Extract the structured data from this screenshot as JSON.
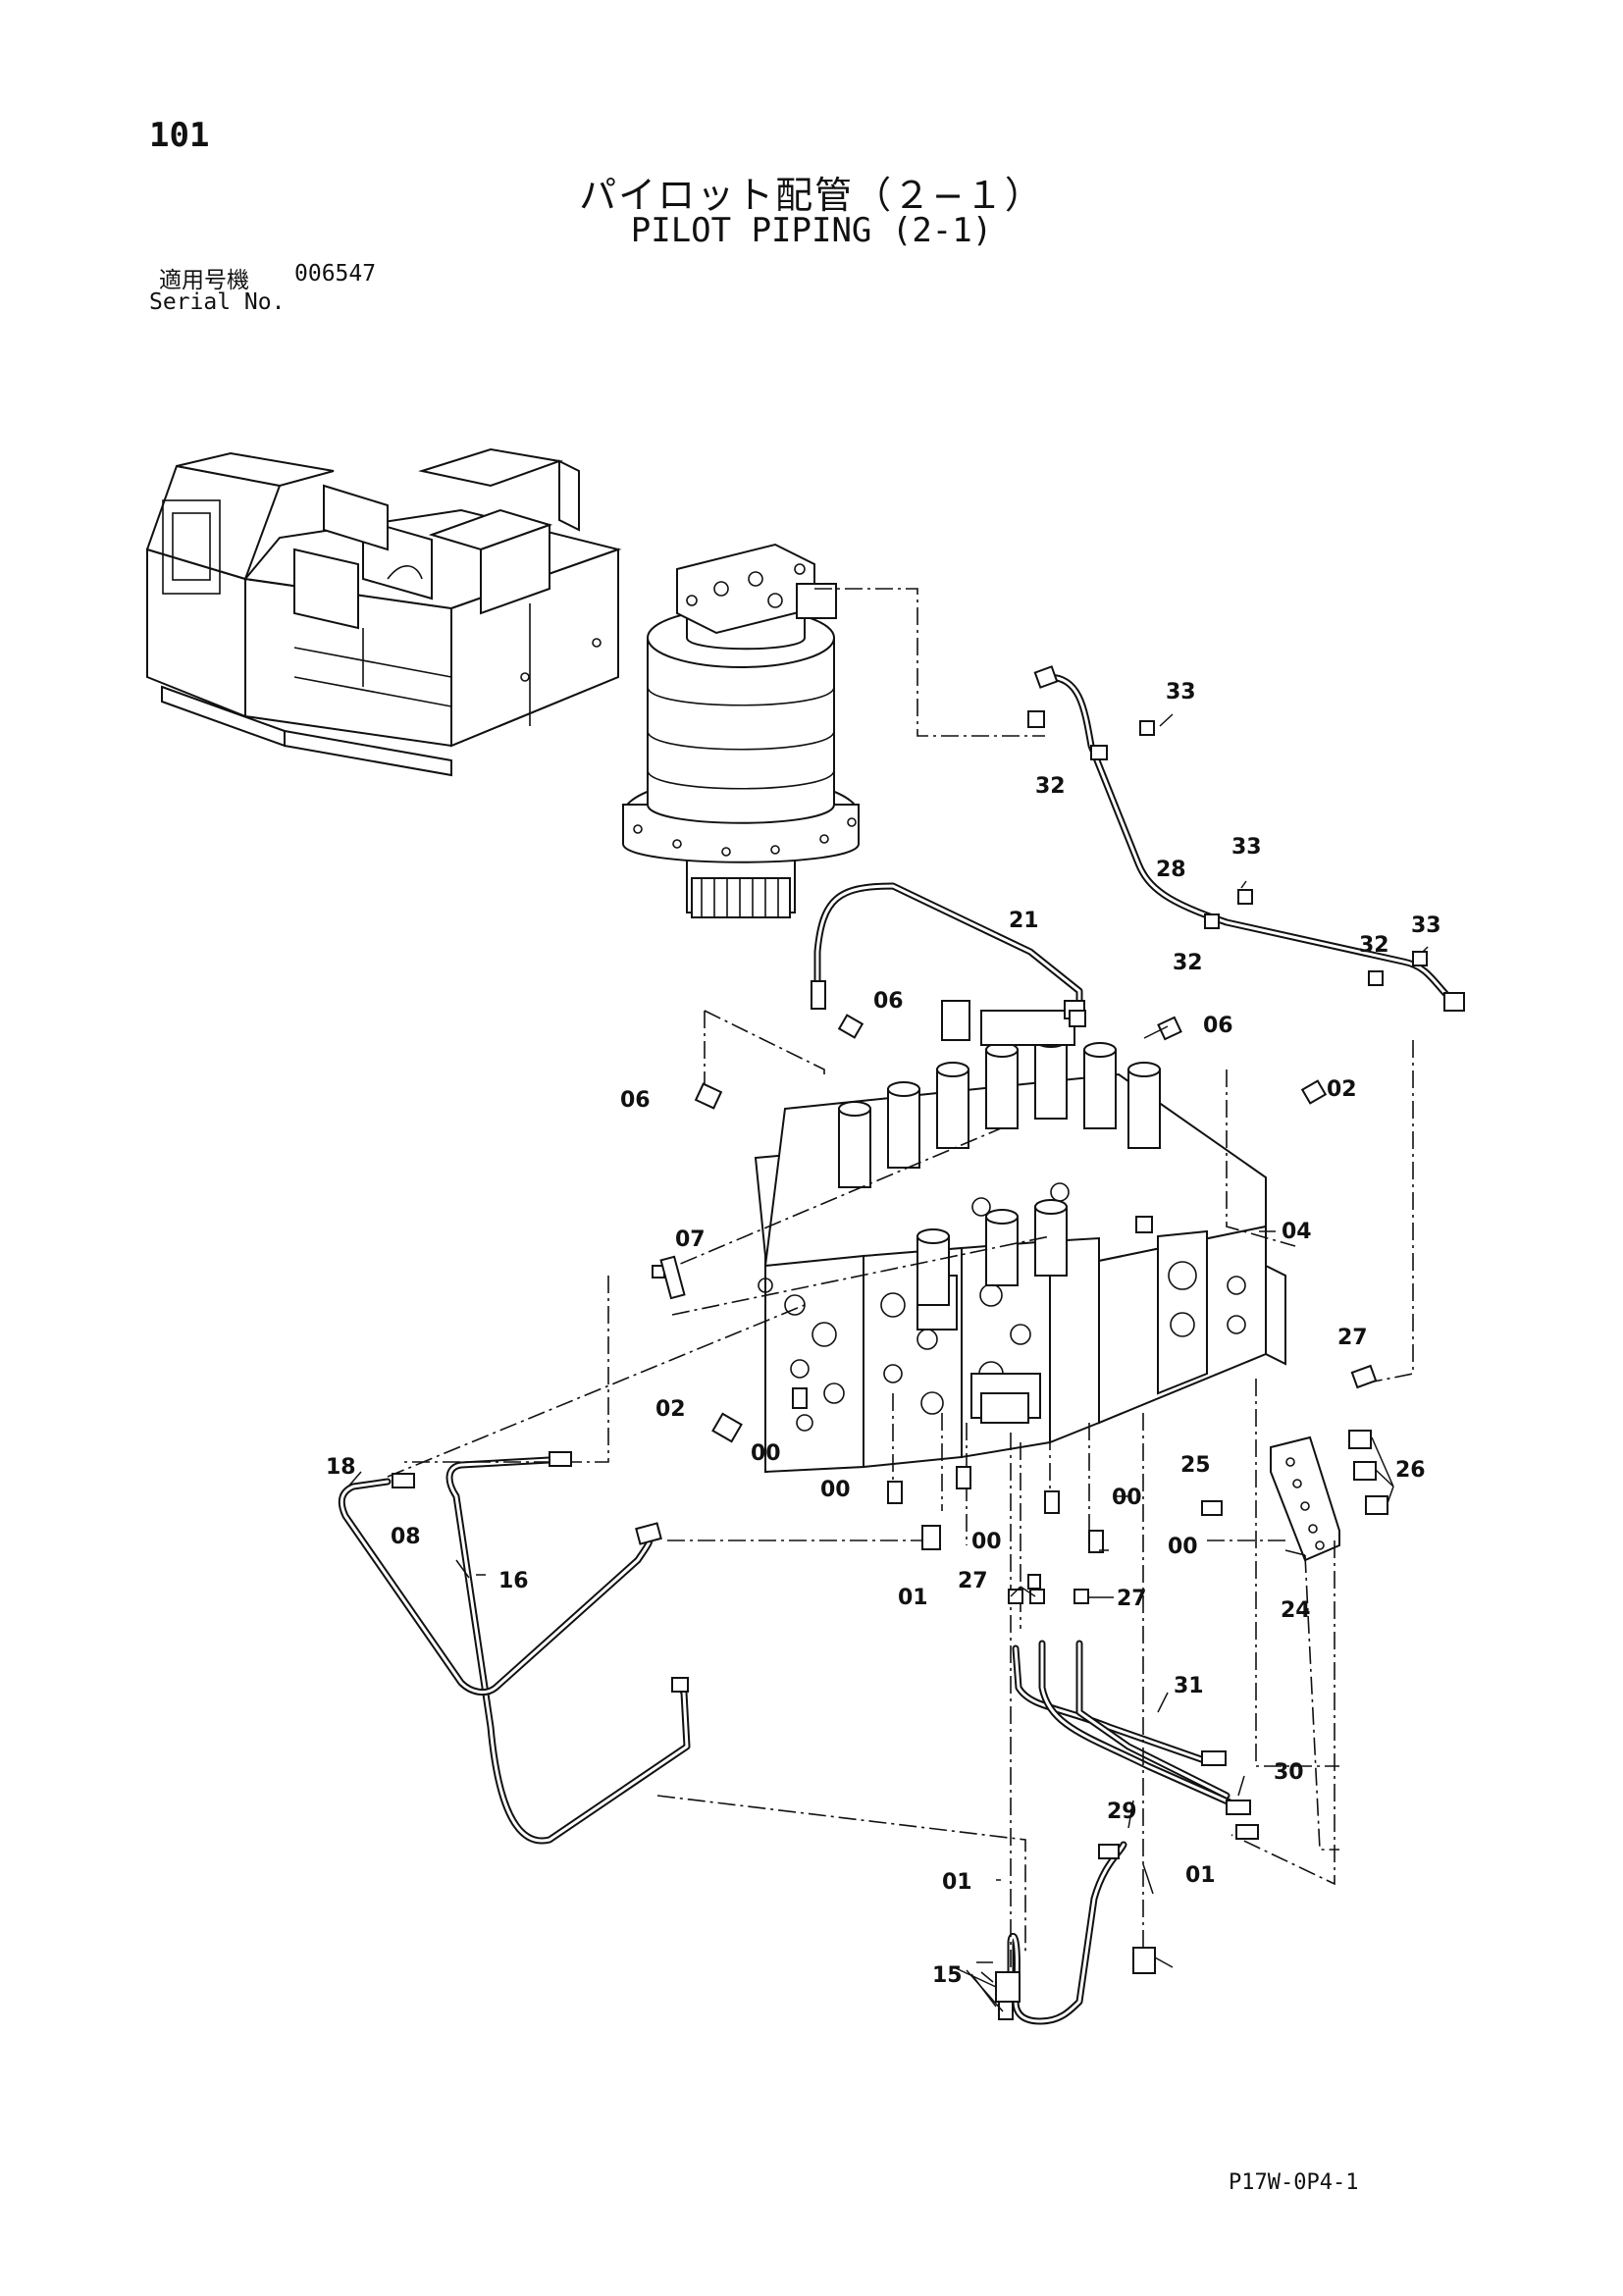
{
  "header": {
    "page_number": "101",
    "title_jp": "パイロット配管（２−１）",
    "title_en": "PILOT PIPING (2-1)",
    "serial_label_jp": "適用号機",
    "serial_value": "006547",
    "serial_label_en": "Serial No."
  },
  "footer": {
    "code": "P17W-0P4-1"
  },
  "callouts": {
    "c33a": "33",
    "c32a": "32",
    "c33b": "33",
    "c28": "28",
    "c32b": "32",
    "c32c": "32",
    "c33c": "33",
    "c21": "21",
    "c06a": "06",
    "c06b": "06",
    "c06c": "06",
    "c02a": "02",
    "c04": "04",
    "c07": "07",
    "c27a": "27",
    "c02b": "02",
    "c00a": "00",
    "c18": "18",
    "c08": "08",
    "c00b": "00",
    "c00c": "00",
    "c00d": "00",
    "c25": "25",
    "c26": "26",
    "c00e": "00",
    "c16": "16",
    "c01a": "01",
    "c27b": "27",
    "c27c": "27",
    "c24": "24",
    "c31": "31",
    "c30": "30",
    "c29": "29",
    "c01b": "01",
    "c01c": "01",
    "c15": "15"
  }
}
